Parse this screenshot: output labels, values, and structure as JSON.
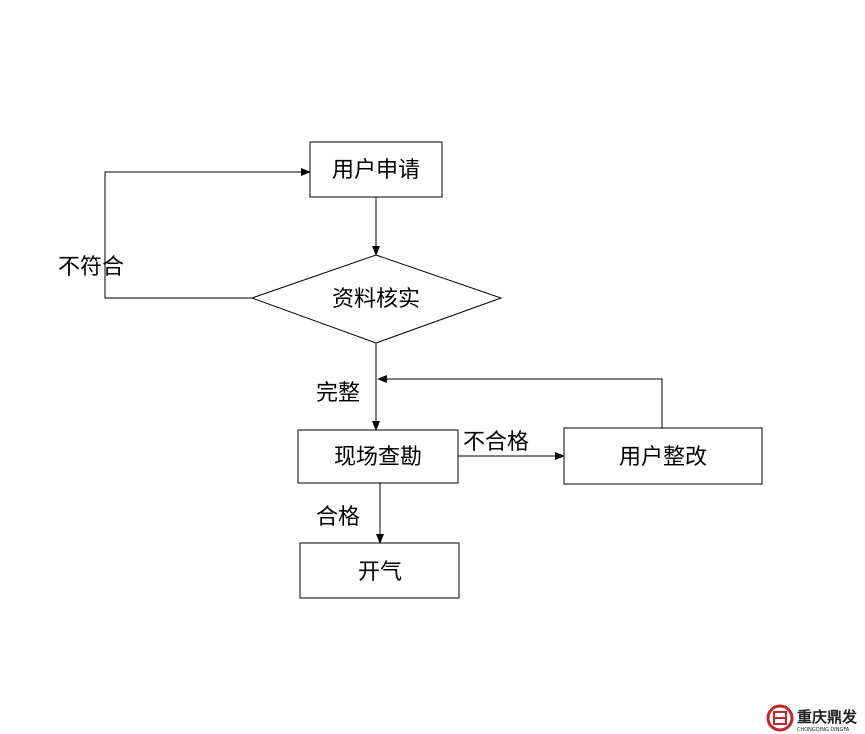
{
  "nodes": {
    "apply": "用户申请",
    "verify": "资料核实",
    "survey": "现场查勘",
    "rectify": "用户整改",
    "open_gas": "开气"
  },
  "edges": {
    "not_conform": "不符合",
    "complete": "完整",
    "unqualified": "不合格",
    "qualified": "合格"
  },
  "logo": {
    "name": "重庆鼎发",
    "subtitle": "CHONGQING DINGFA",
    "color": "#c0282d"
  }
}
